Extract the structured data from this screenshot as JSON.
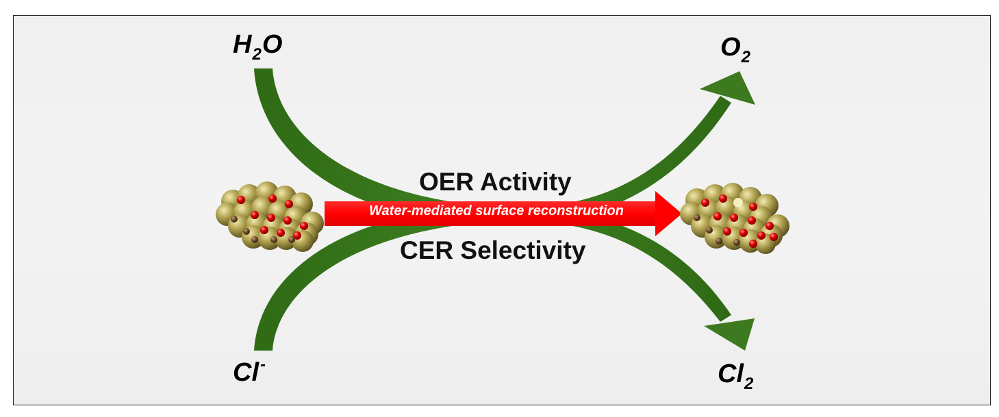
{
  "reactants": {
    "top": {
      "base": "H",
      "sub": "2",
      "rest": "O"
    },
    "bottom": {
      "base": "Cl",
      "sup": "-"
    }
  },
  "products": {
    "top": {
      "base": "O",
      "sub": "2"
    },
    "bottom": {
      "base": "Cl",
      "sub": "2"
    }
  },
  "center": {
    "top_label": "OER Activity",
    "arrow_label": "Water-mediated surface reconstruction",
    "bottom_label": "CER Selectivity"
  },
  "colors": {
    "flow_arrow": "#3d7a1f",
    "reaction_arrow": "#ff0000",
    "metal_atom": "#a89a48",
    "oxygen_atom": "#d80000",
    "dark_atom": "#6b4a2c",
    "background": "#f0f0f0"
  }
}
